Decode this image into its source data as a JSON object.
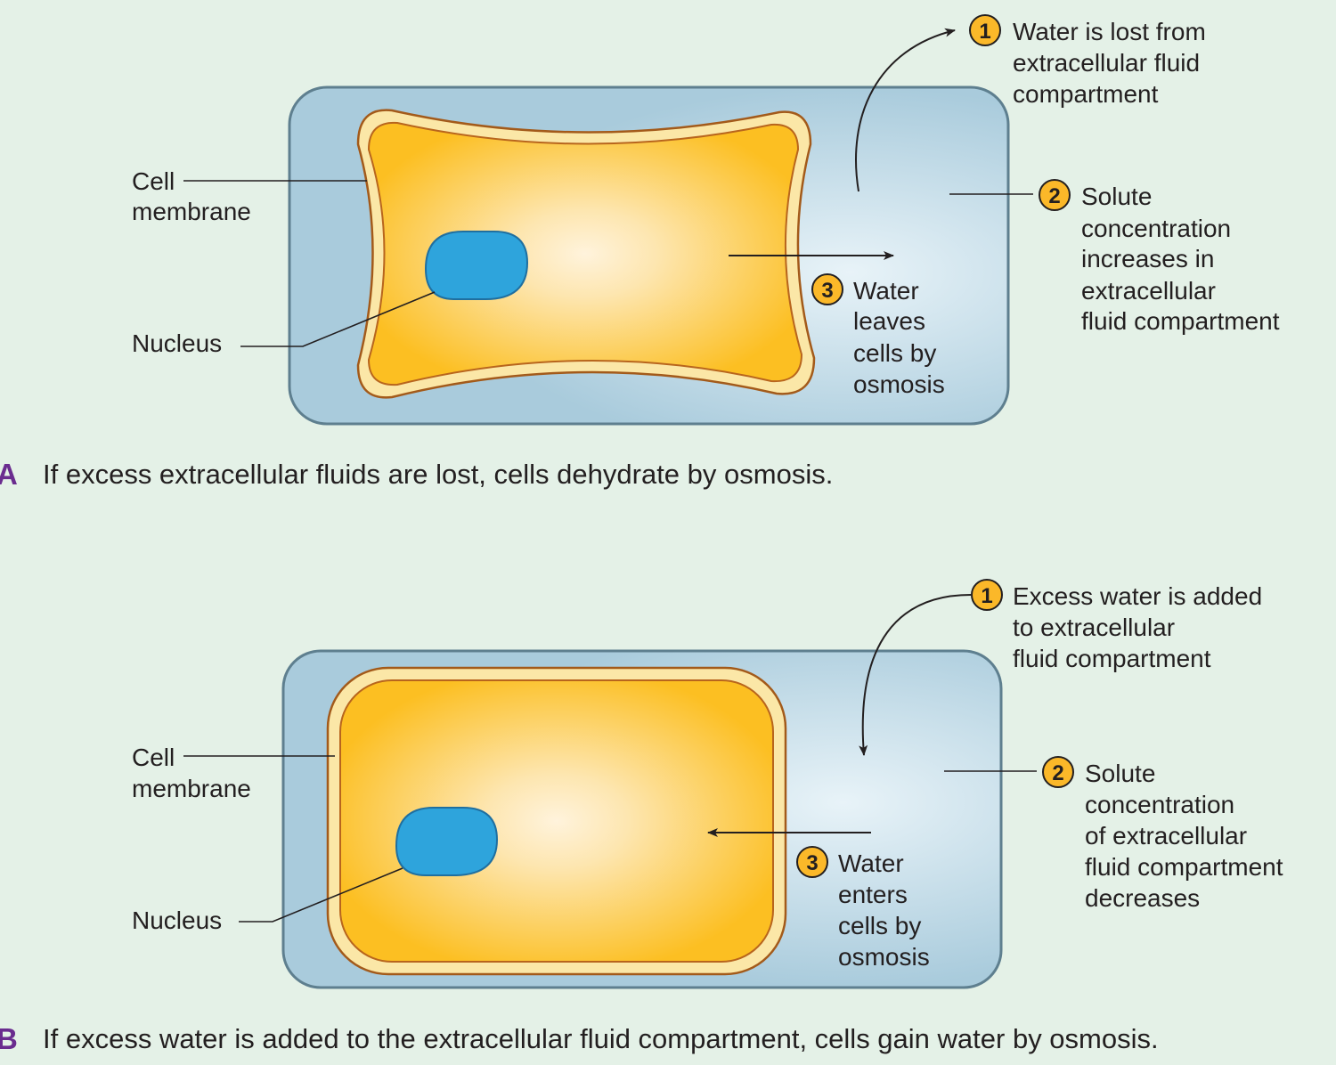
{
  "panel_a": {
    "cell_membrane_label": [
      "Cell",
      "membrane"
    ],
    "nucleus_label": "Nucleus",
    "step1": {
      "number": "1",
      "lines": [
        "Water is lost from",
        "extracellular fluid",
        "compartment"
      ]
    },
    "step2": {
      "number": "2",
      "lines": [
        "Solute",
        "concentration",
        "increases in",
        "extracellular",
        "fluid compartment"
      ]
    },
    "step3": {
      "number": "3",
      "lines": [
        "Water",
        "leaves",
        "cells by",
        "osmosis"
      ]
    },
    "caption_letter": "A",
    "caption": "If excess extracellular fluids are lost, cells dehydrate by osmosis."
  },
  "panel_b": {
    "cell_membrane_label": [
      "Cell",
      "membrane"
    ],
    "nucleus_label": "Nucleus",
    "step1": {
      "number": "1",
      "lines": [
        "Excess water is added",
        "to extracellular",
        "fluid compartment"
      ]
    },
    "step2": {
      "number": "2",
      "lines": [
        "Solute",
        "concentration",
        "of extracellular",
        "fluid compartment",
        "decreases"
      ]
    },
    "step3": {
      "number": "3",
      "lines": [
        "Water",
        "enters",
        "cells by",
        "osmosis"
      ]
    },
    "caption_letter": "B",
    "caption": "If excess water is added to the extracellular fluid compartment, cells gain water by osmosis."
  },
  "colors": {
    "background": "#e4f1e7",
    "extracellular_fluid": "#a9cbdc",
    "cytoplasm": "#fcc22a",
    "membrane": "#fbe7a7",
    "nucleus": "#2ea4dc",
    "step_badge": "#fbb829",
    "caption_letter": "#6a2c8f"
  }
}
